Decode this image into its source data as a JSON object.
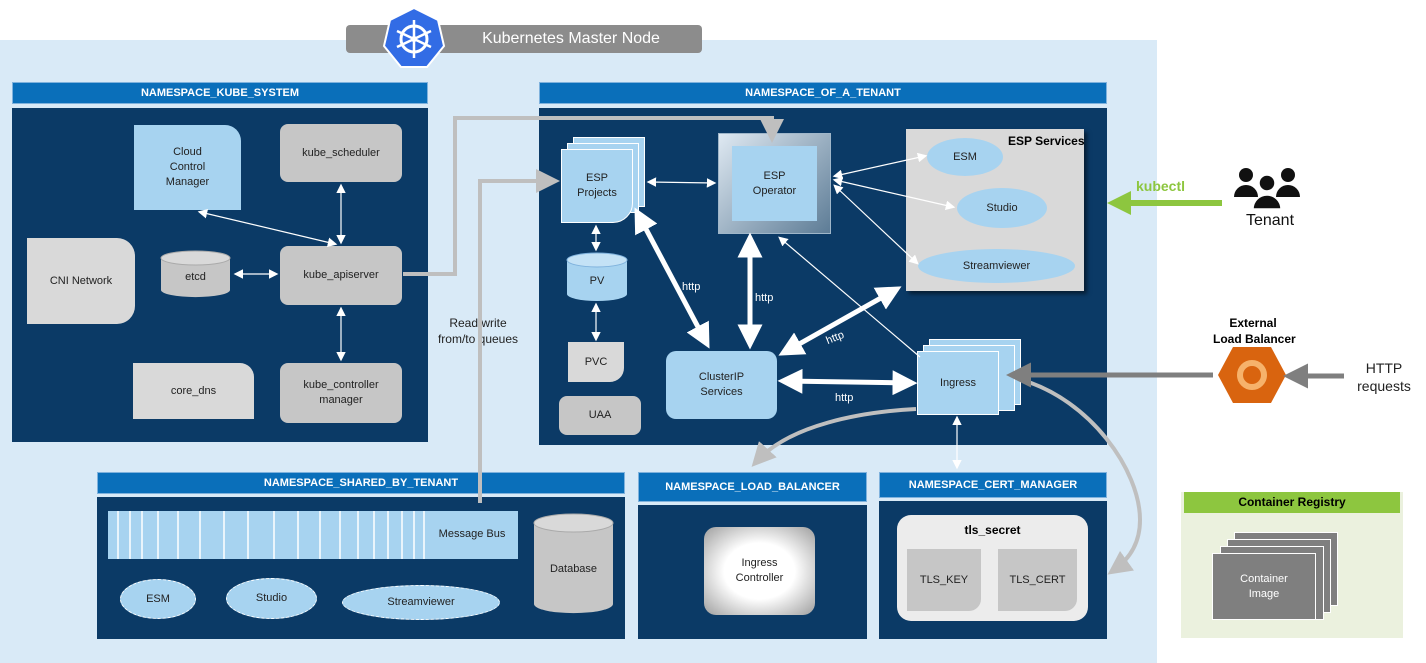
{
  "master": {
    "title": "Kubernetes Master Node"
  },
  "kube_system": {
    "header": "NAMESPACE_KUBE_SYSTEM",
    "cloud_control": "Cloud\nControl\nManager",
    "scheduler": "kube_scheduler",
    "cni": "CNI Network",
    "etcd": "etcd",
    "apiserver": "kube_apiserver",
    "core_dns": "core_dns",
    "controller_manager": "kube_controller\nmanager"
  },
  "tenant_ns": {
    "header": "NAMESPACE_OF_A_TENANT",
    "esp_projects": "ESP\nProjects",
    "esp_operator": "ESP\nOperator",
    "esp_services_title": "ESP Services",
    "esm": "ESM",
    "studio": "Studio",
    "streamviewer": "Streamviewer",
    "pv": "PV",
    "pvc": "PVC",
    "uaa": "UAA",
    "clusterip": "ClusterIP\nServices",
    "ingress": "Ingress",
    "http_labels": [
      "http",
      "http",
      "http",
      "http"
    ]
  },
  "read_write_label": "Read/write\nfrom/to queues",
  "shared_ns": {
    "header": "NAMESPACE_SHARED_BY_TENANT",
    "message_bus": "Message Bus",
    "database": "Database",
    "esm": "ESM",
    "studio": "Studio",
    "streamviewer": "Streamviewer"
  },
  "lb_ns": {
    "header": "NAMESPACE_LOAD_BALANCER",
    "ingress_controller": "Ingress\nController"
  },
  "cert_ns": {
    "header": "NAMESPACE_CERT_MANAGER",
    "tls_secret": "tls_secret",
    "tls_key": "TLS_KEY",
    "tls_cert": "TLS_CERT"
  },
  "external": {
    "kubectl": "kubectl",
    "tenant": "Tenant",
    "elb_label": "External\nLoad Balancer",
    "http_requests": "HTTP\nrequests"
  },
  "registry": {
    "title": "Container Registry",
    "image": "Container\nImage"
  },
  "colors": {
    "namespace_bg": "#0b3a66",
    "header_blue": "#0a6fba",
    "light_blue": "#a7d3f0",
    "kubectl_green": "#8dc63f",
    "lb_orange": "#d9640f"
  }
}
